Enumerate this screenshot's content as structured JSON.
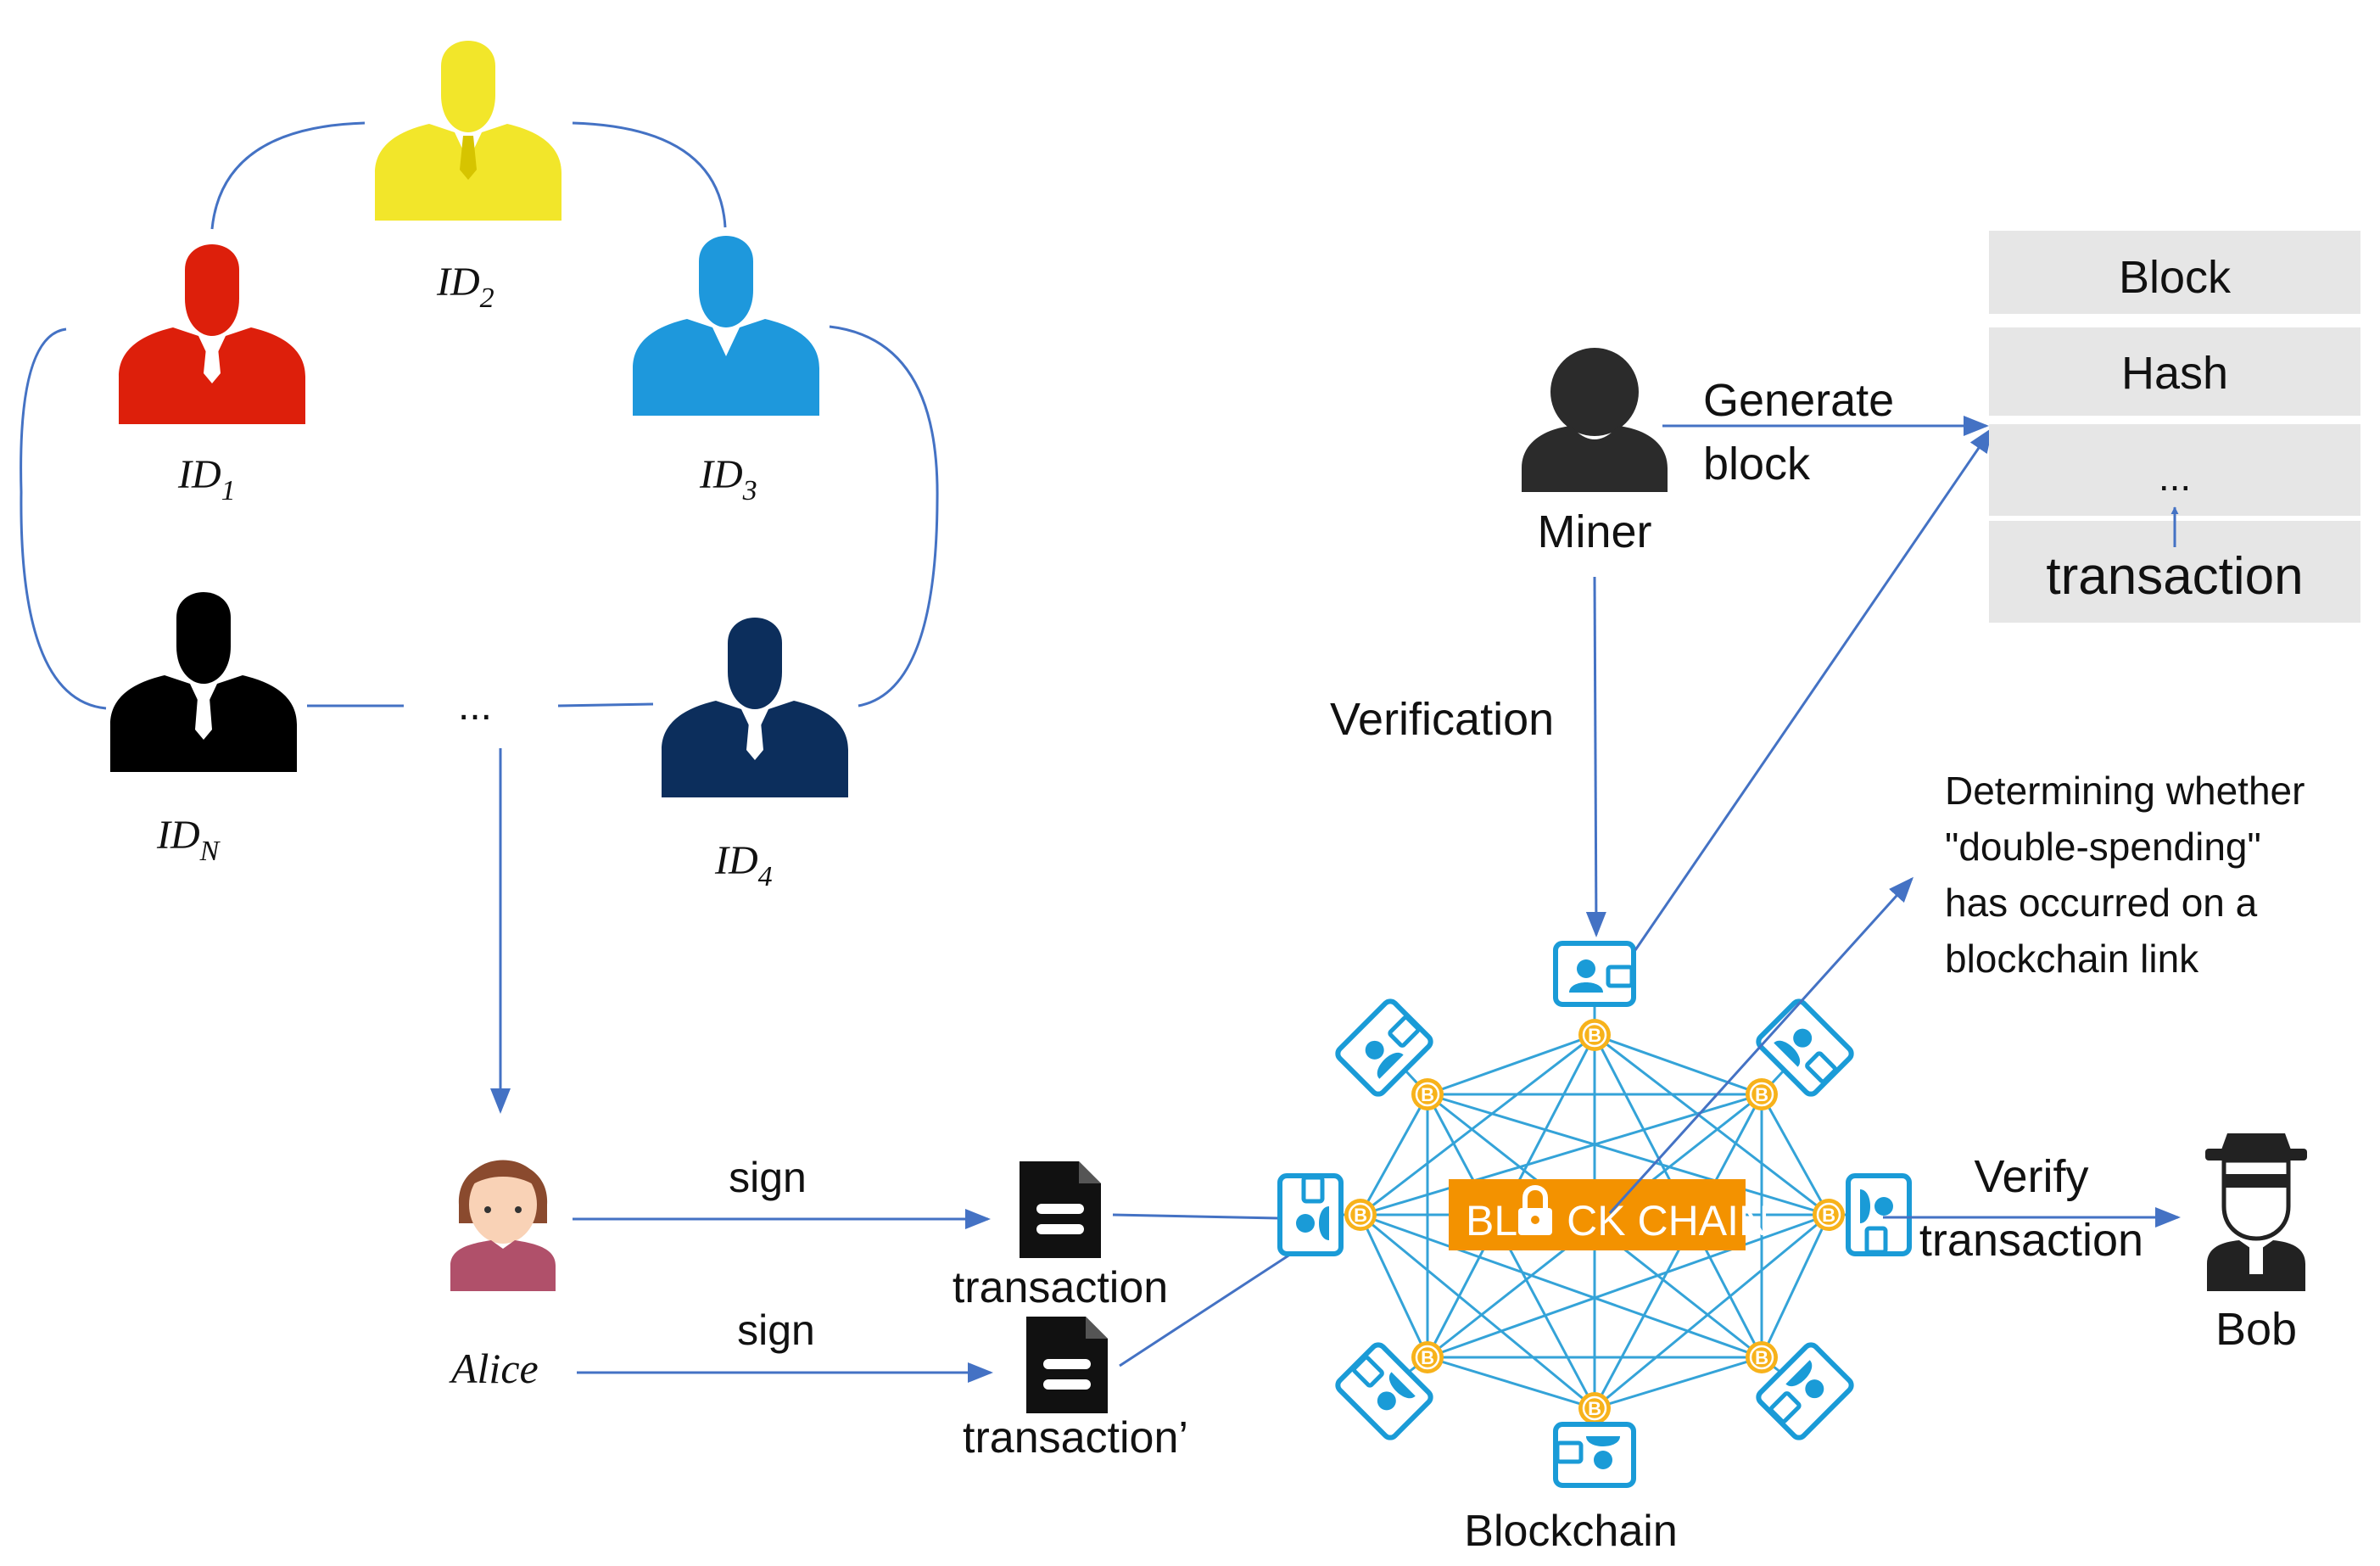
{
  "identities": [
    {
      "base": "ID",
      "sub": "1",
      "color": "#DD1F0B"
    },
    {
      "base": "ID",
      "sub": "2",
      "color": "#F2E62A"
    },
    {
      "base": "ID",
      "sub": "3",
      "color": "#1E98DC"
    },
    {
      "base": "ID",
      "sub": "4",
      "color": "#0C2E5C"
    },
    {
      "base": "ID",
      "sub": "N",
      "color": "#000000"
    }
  ],
  "ring_ellipsis": "...",
  "alice": {
    "label": "Alice"
  },
  "sign_top": "sign",
  "sign_bottom": "sign",
  "transaction_1": "transaction",
  "transaction_2": "transaction’",
  "blockchain": {
    "banner_left": "BL",
    "banner_right": "CK CHAIN",
    "caption": "Blockchain"
  },
  "miner": {
    "label": "Miner"
  },
  "generate_block": [
    "Generate",
    "block"
  ],
  "verification": "Verification",
  "block_stack": {
    "rows": [
      "Block",
      "Hash",
      "...",
      "transaction"
    ],
    "fill": "#E6E6E6"
  },
  "double_spend_note": [
    "Determining whether",
    "\"double-spending\"",
    "has occurred on a",
    "blockchain link"
  ],
  "verify_transaction": [
    "Verify",
    "transaction"
  ],
  "bob": {
    "label": "Bob"
  },
  "colors": {
    "arrow": "#4472C4",
    "network": "#2A9FD6",
    "accent": "#F39200",
    "node": "#1A9BD7"
  }
}
